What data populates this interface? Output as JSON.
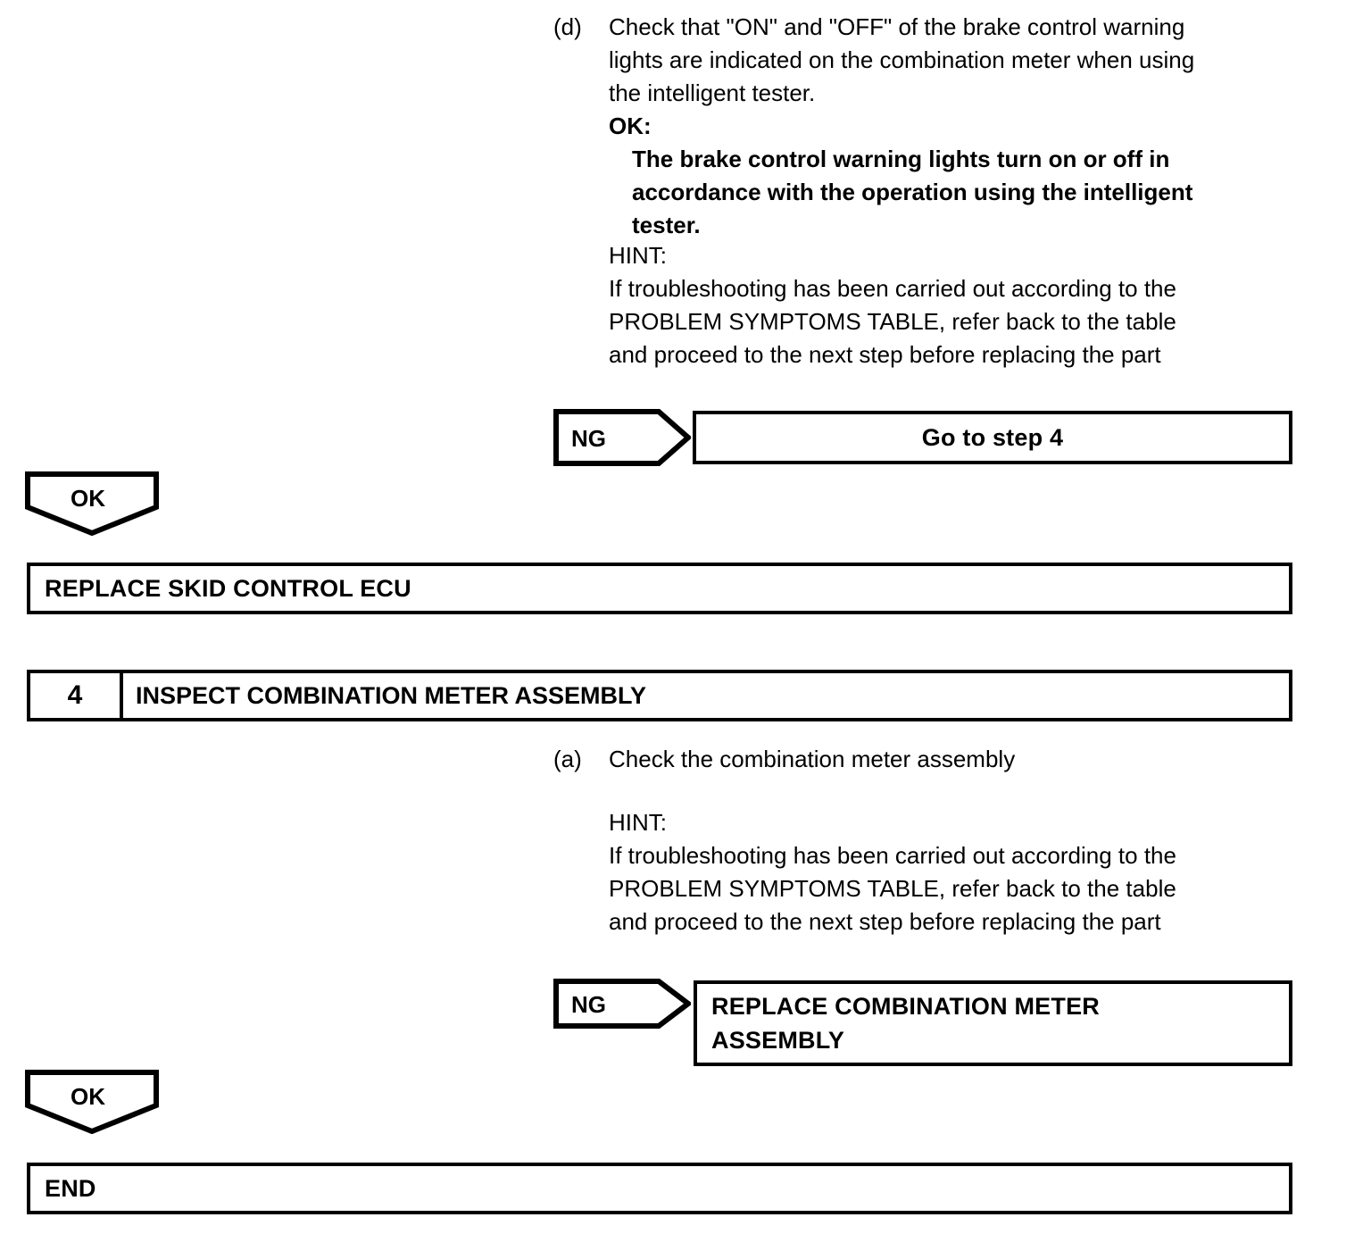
{
  "document": {
    "type": "service-manual-troubleshooting-flowchart",
    "ink_color": "#000000",
    "background_color": "#ffffff"
  },
  "step3_continuation": {
    "item_marker": "(d)",
    "item_text": "Check that \"ON\" and \"OFF\" of the brake control warning\nlights are indicated on the combination meter when using\nthe intelligent tester.",
    "ok_label": "OK:",
    "ok_criteria": "The brake control warning lights turn on or off in\naccordance with the operation using the intelligent\ntester.",
    "hint_label": "HINT:",
    "hint_text": "If troubleshooting has been carried out according to the\nPROBLEM SYMPTOMS TABLE, refer back to the table\nand proceed to the next step before replacing the part",
    "ng_connector": "NG",
    "ng_target": "Go to step 4",
    "ok_connector": "OK"
  },
  "replace_skid_ecu_box": {
    "label": "REPLACE SKID CONTROL ECU"
  },
  "step4": {
    "number": "4",
    "title": "INSPECT COMBINATION METER ASSEMBLY",
    "item_marker": "(a)",
    "item_text": "Check the combination meter assembly",
    "hint_label": "HINT:",
    "hint_text": "If troubleshooting has been carried out according to the\nPROBLEM SYMPTOMS TABLE, refer back to the table\nand proceed to the next step before replacing the part",
    "ng_connector": "NG",
    "ng_target": "REPLACE COMBINATION METER\nASSEMBLY",
    "ok_connector": "OK"
  },
  "end_box": {
    "label": "END"
  }
}
